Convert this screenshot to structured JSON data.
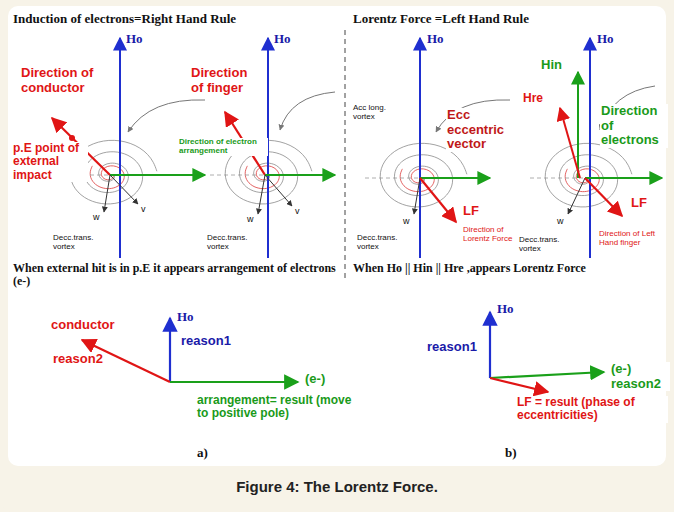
{
  "diagram": {
    "caption": "Figure 4: The Lorentz Force.",
    "labels": [
      "Induction of electrons=Right Hand Rule",
      "Ho",
      "Ho",
      "Direction of conductor",
      "Direction of finger",
      "p.E point of external impact",
      "Direction of electron arrangement",
      "w",
      "v",
      "w",
      "v",
      "Decc.trans. vortex",
      "Decc.trans. vortex",
      "When external hit is in p.E it appears arrangement of electrons (e-)",
      "Ho",
      "reason1",
      "conductor",
      "reason2",
      "(e-)",
      "arrangement= result (move to positive pole)",
      "a)",
      "Lorentz Force =Left Hand Rule",
      "Ho",
      "Ho",
      "Hin",
      "Hre",
      "Acc long. vortex",
      "Ecc eccentric vector",
      "Direction of electrons",
      "LF",
      "Direction of Lorentz Force",
      "LF",
      "Direction of Left Hand finger",
      "w",
      "w",
      "Decc.trans. vortex",
      "Decc.trans. vortex",
      "When Ho || Hin || Hre ,appears Lorentz Force",
      "Ho",
      "reason1",
      "(e-) reason2",
      "LF = result (phase of eccentricities)",
      "b)"
    ]
  }
}
